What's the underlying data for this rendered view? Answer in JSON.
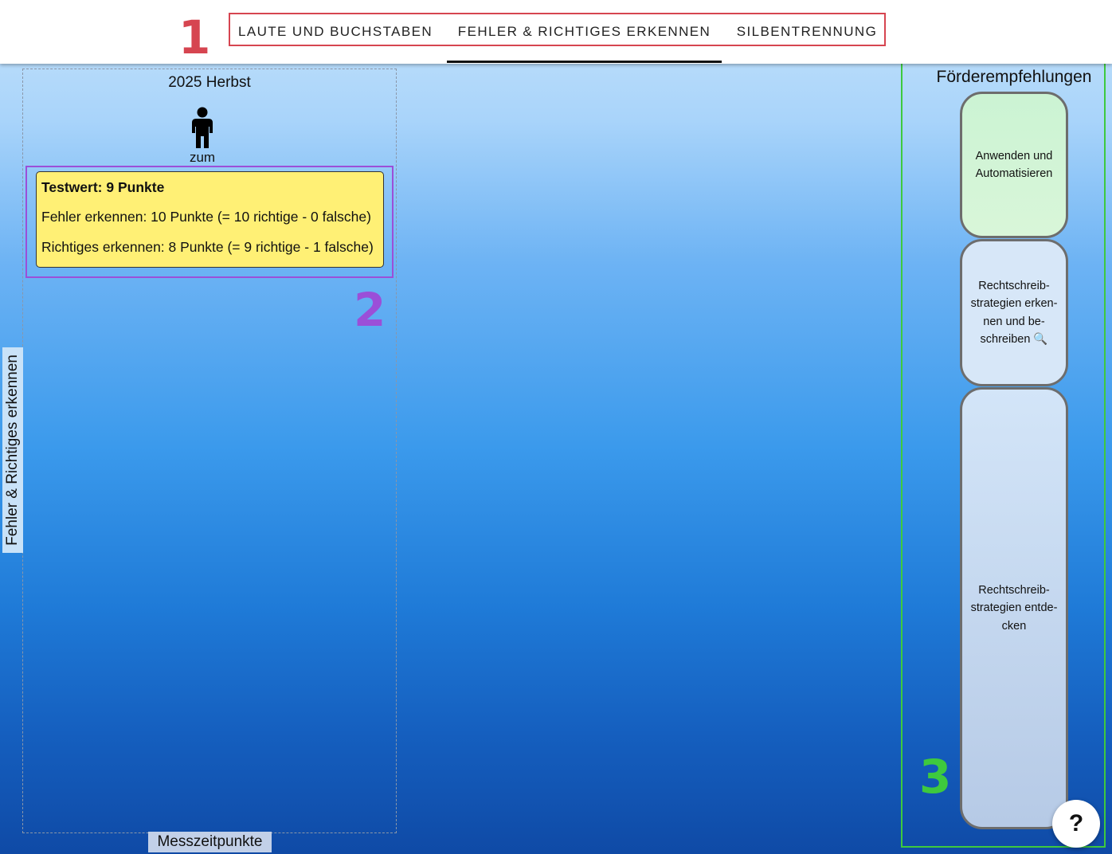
{
  "tabs": [
    {
      "label": "LAUTE UND BUCHSTABEN"
    },
    {
      "label": "FEHLER & RICHTIGES ERKENNEN",
      "active": true
    },
    {
      "label": "SILBENTRENNUNG"
    }
  ],
  "annotations": {
    "marker_1": "1",
    "marker_2": "2",
    "marker_3": "3",
    "colors": {
      "marker_1": "#d64550",
      "marker_2": "#9b4fd8",
      "marker_3": "#3ec93e"
    }
  },
  "chart": {
    "period_label": "2025 Herbst",
    "student_icon": "person-icon",
    "student_label": "zum",
    "y_axis_label": "Fehler & Richtiges erkennen",
    "x_axis_label": "Messzeitpunkte"
  },
  "score_card": {
    "title": "Testwert: 9 Punkte",
    "line_errors": "Fehler erkennen: 10 Punkte (= 10 richtige - 0 falsche)",
    "line_correct": "Richtiges erkennen: 8 Punkte (= 9 richtige - 1 falsche)",
    "color": "#fff075"
  },
  "recommendations": {
    "title": "Förderempfehlungen",
    "items": [
      {
        "lines": [
          "Anwenden und",
          "Automatisieren"
        ],
        "color": "#cbf3d3"
      },
      {
        "lines": [
          "Rechtschreib-",
          "strategien erken-",
          "nen und be-",
          "schreiben 🔍"
        ],
        "color": "#d7e7f8"
      },
      {
        "lines": [
          "Rechtschreib-",
          "strategien entde-",
          "cken"
        ],
        "color": "#c6d8f0"
      }
    ]
  },
  "help_button": {
    "label": "?"
  }
}
